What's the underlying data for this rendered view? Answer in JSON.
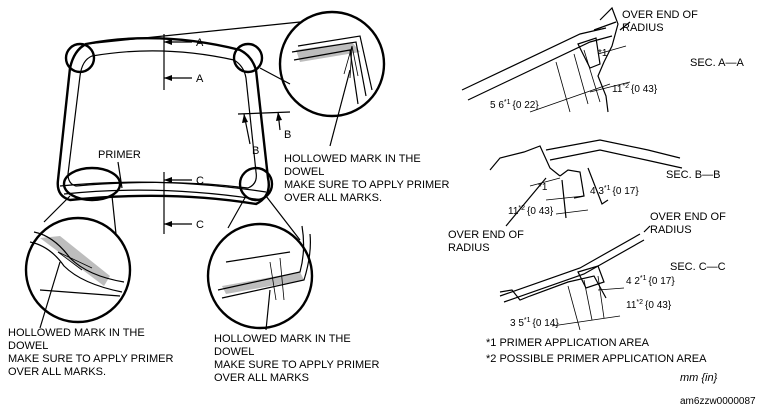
{
  "diagram": {
    "windshield": {
      "section_a_label_top": "A",
      "section_a_label_bottom": "A",
      "section_b_label_left": "B",
      "section_b_label_right": "B",
      "section_c_label_top": "C",
      "section_c_label_bottom": "C",
      "primer_label": "PRIMER"
    },
    "callouts": {
      "top_right": [
        "HOLLOWED MARK IN THE",
        "DOWEL",
        "MAKE SURE TO APPLY PRIMER",
        "OVER ALL MARKS."
      ],
      "bottom_left": [
        "HOLLOWED MARK IN THE",
        "DOWEL",
        "MAKE SURE TO APPLY PRIMER",
        "OVER ALL MARKS."
      ],
      "bottom_right": [
        "HOLLOWED MARK IN THE",
        "DOWEL",
        "MAKE SURE TO APPLY PRIMER",
        "OVER ALL MARKS"
      ]
    },
    "sec_aa": {
      "title": "SEC. A—A",
      "over_end": [
        "OVER END OF",
        "RADIUS"
      ],
      "marker1": "*1",
      "dim1": "11",
      "dim1_sup": "*2",
      "dim1_in": "{0 43}",
      "dim2": "5 6",
      "dim2_sup": "*1",
      "dim2_in": "{0 22}"
    },
    "sec_bb": {
      "title": "SEC. B—B",
      "marker1": "*1",
      "dim1": "4 3",
      "dim1_sup": "*1",
      "dim1_in": "{0 17}",
      "dim2": "11",
      "dim2_sup": "*2",
      "dim2_in": "{0 43}",
      "over_end": [
        "OVER END OF",
        "RADIUS"
      ]
    },
    "sec_cc": {
      "title": "SEC. C—C",
      "over_end": [
        "OVER END OF",
        "RADIUS"
      ],
      "dim1": "4 2",
      "dim1_sup": "*1",
      "dim1_in": "{0 17}",
      "dim2": "11",
      "dim2_sup": "*2",
      "dim2_in": "{0 43}",
      "dim3": "3 5",
      "dim3_sup": "*1",
      "dim3_in": "{0 14}"
    },
    "legend": {
      "note1": "*1 PRIMER APPLICATION AREA",
      "note2": "*2 POSSIBLE PRIMER APPLICATION AREA",
      "units": "mm {in}"
    },
    "figure_id": "am6zzw0000087"
  }
}
